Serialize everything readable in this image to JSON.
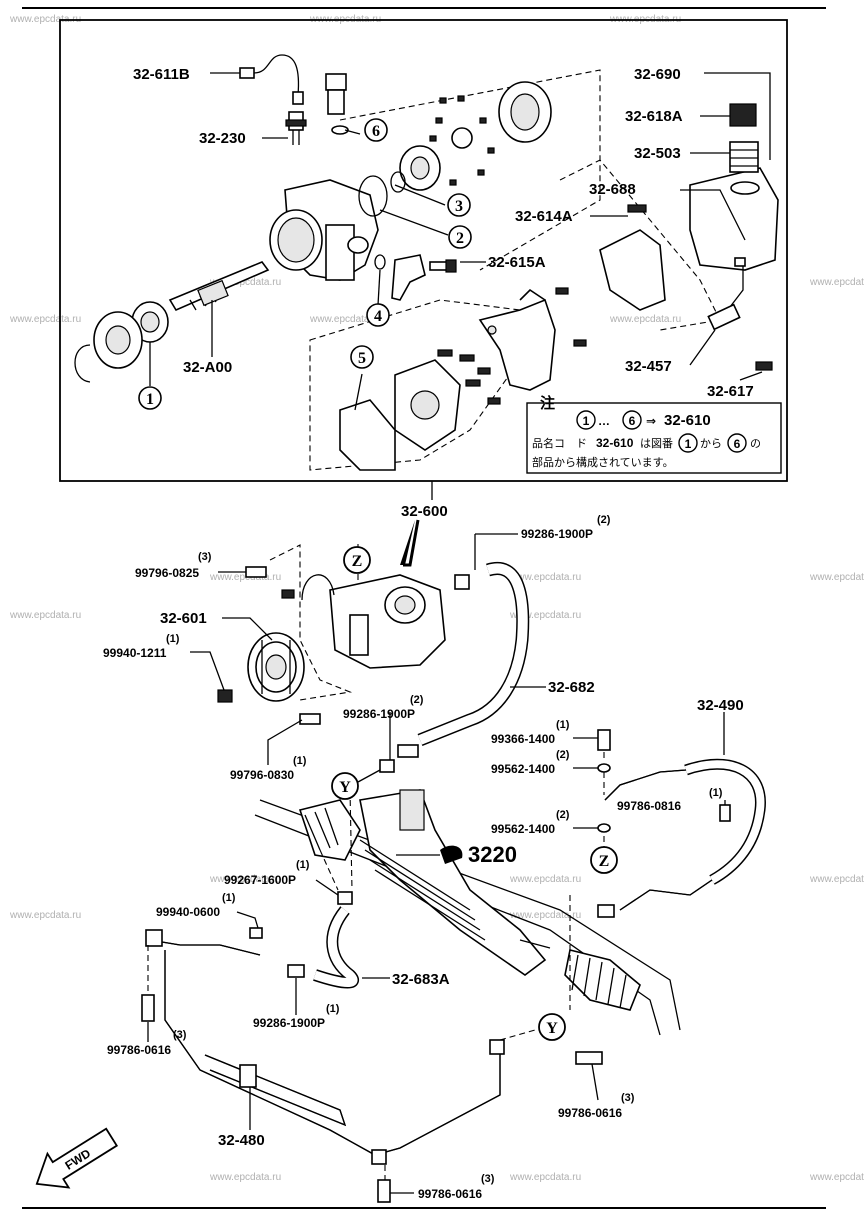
{
  "watermark": "www.epcdata.ru",
  "callouts": {
    "p32_611B": "32-611B",
    "p32_230": "32-230",
    "p32_690": "32-690",
    "p32_618A": "32-618A",
    "p32_503": "32-503",
    "p32_688": "32-688",
    "p32_614A": "32-614A",
    "p32_615A": "32-615A",
    "p32_A00": "32-A00",
    "p32_457": "32-457",
    "p32_617": "32-617",
    "p32_600": "32-600",
    "p32_601": "32-601",
    "p32_682": "32-682",
    "p32_490": "32-490",
    "p3220": "3220",
    "p32_683A": "32-683A",
    "p32_480": "32-480",
    "p99796_0825": "99796-0825",
    "p99940_1211": "99940-1211",
    "p99286_1900P_top": "99286-1900P",
    "p99286_1900P_mid": "99286-1900P",
    "p99796_0830": "99796-0830",
    "p99366_1400": "99366-1400",
    "p99562_1400_a": "99562-1400",
    "p99786_0816": "99786-0816",
    "p99562_1400_b": "99562-1400",
    "p99267_1600P": "99267-1600P",
    "p99940_0600": "99940-0600",
    "p99286_1900P_bot": "99286-1900P",
    "p99786_0616_left": "99786-0616",
    "p99786_0616_right": "99786-0616",
    "p99786_0616_bottom": "99786-0616"
  },
  "quantities": {
    "q99796_0825": "(3)",
    "q99940_1211": "(1)",
    "q99286_1900P_top": "(2)",
    "q99286_1900P_mid": "(2)",
    "q99796_0830": "(1)",
    "q99366_1400": "(1)",
    "q99562_1400_a": "(2)",
    "q99786_0816": "(1)",
    "q99562_1400_b": "(2)",
    "q99267_1600P": "(1)",
    "q99940_0600": "(1)",
    "q99286_1900P_bot": "(1)",
    "q99786_0616_left": "(3)",
    "q99786_0616_right": "(3)",
    "q99786_0616_bottom": "(3)"
  },
  "circled": {
    "c1": "1",
    "c2": "2",
    "c3": "3",
    "c4": "4",
    "c5": "5",
    "c6": "6",
    "z_top": "Z",
    "z_mid": "Z",
    "y_left": "Y",
    "y_right": "Y"
  },
  "note": {
    "mark": "注",
    "range_from": "1",
    "range_dots": "…",
    "range_to": "6",
    "arrow": "⇒",
    "target": "32-610",
    "line2_a": "品名コ　ド",
    "line2_code": "32-610",
    "line2_b": "は図番",
    "line2_from": "1",
    "line2_c": "から",
    "line2_to": "6",
    "line2_d": "の",
    "line3": "部品から構成されています。"
  },
  "fwd_label": "FWD"
}
